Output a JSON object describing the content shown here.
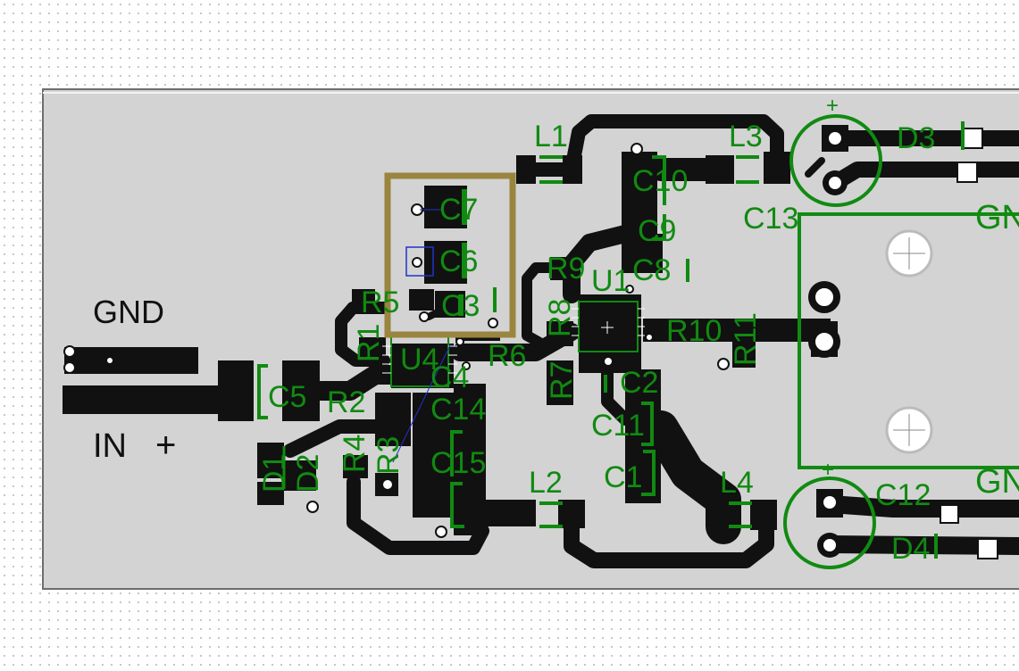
{
  "colors": {
    "board": "#d3d3d3",
    "copper": "#111111",
    "silkscreen": "#118a11",
    "highlight": "#9a8540",
    "selection": "#2232c8",
    "pad_hole": "#ffffff"
  },
  "board_labels": {
    "gnd_input": "GND",
    "in_input": "IN",
    "in_polarity": "+",
    "gnd_top_right": "GN",
    "gnd_bottom_right": "GN",
    "c13_polarity": "+",
    "c12_polarity": "+"
  },
  "components": {
    "L1": "L1",
    "L2": "L2",
    "L3": "L3",
    "L4": "L4",
    "C1": "C1",
    "C2": "C2",
    "C3": "C3",
    "C4": "C4",
    "C5": "C5",
    "C6": "C6",
    "C7": "C7",
    "C8": "C8",
    "C9": "C9",
    "C10": "C10",
    "C11": "C11",
    "C12": "C12",
    "C13": "C13",
    "C14": "C14",
    "C15": "C15",
    "R1": "R1",
    "R2": "R2",
    "R3": "R3",
    "R4": "R4",
    "R5": "R5",
    "R6": "R6",
    "R7": "R7",
    "R8": "R8",
    "R9": "R9",
    "R10": "R10",
    "R11": "R11",
    "U1": "U1",
    "U4": "U4",
    "D1": "D1",
    "D2": "D2",
    "D3": "D3",
    "D4": "D4"
  },
  "icons": {
    "pcb": "pcb-layout-icon"
  }
}
